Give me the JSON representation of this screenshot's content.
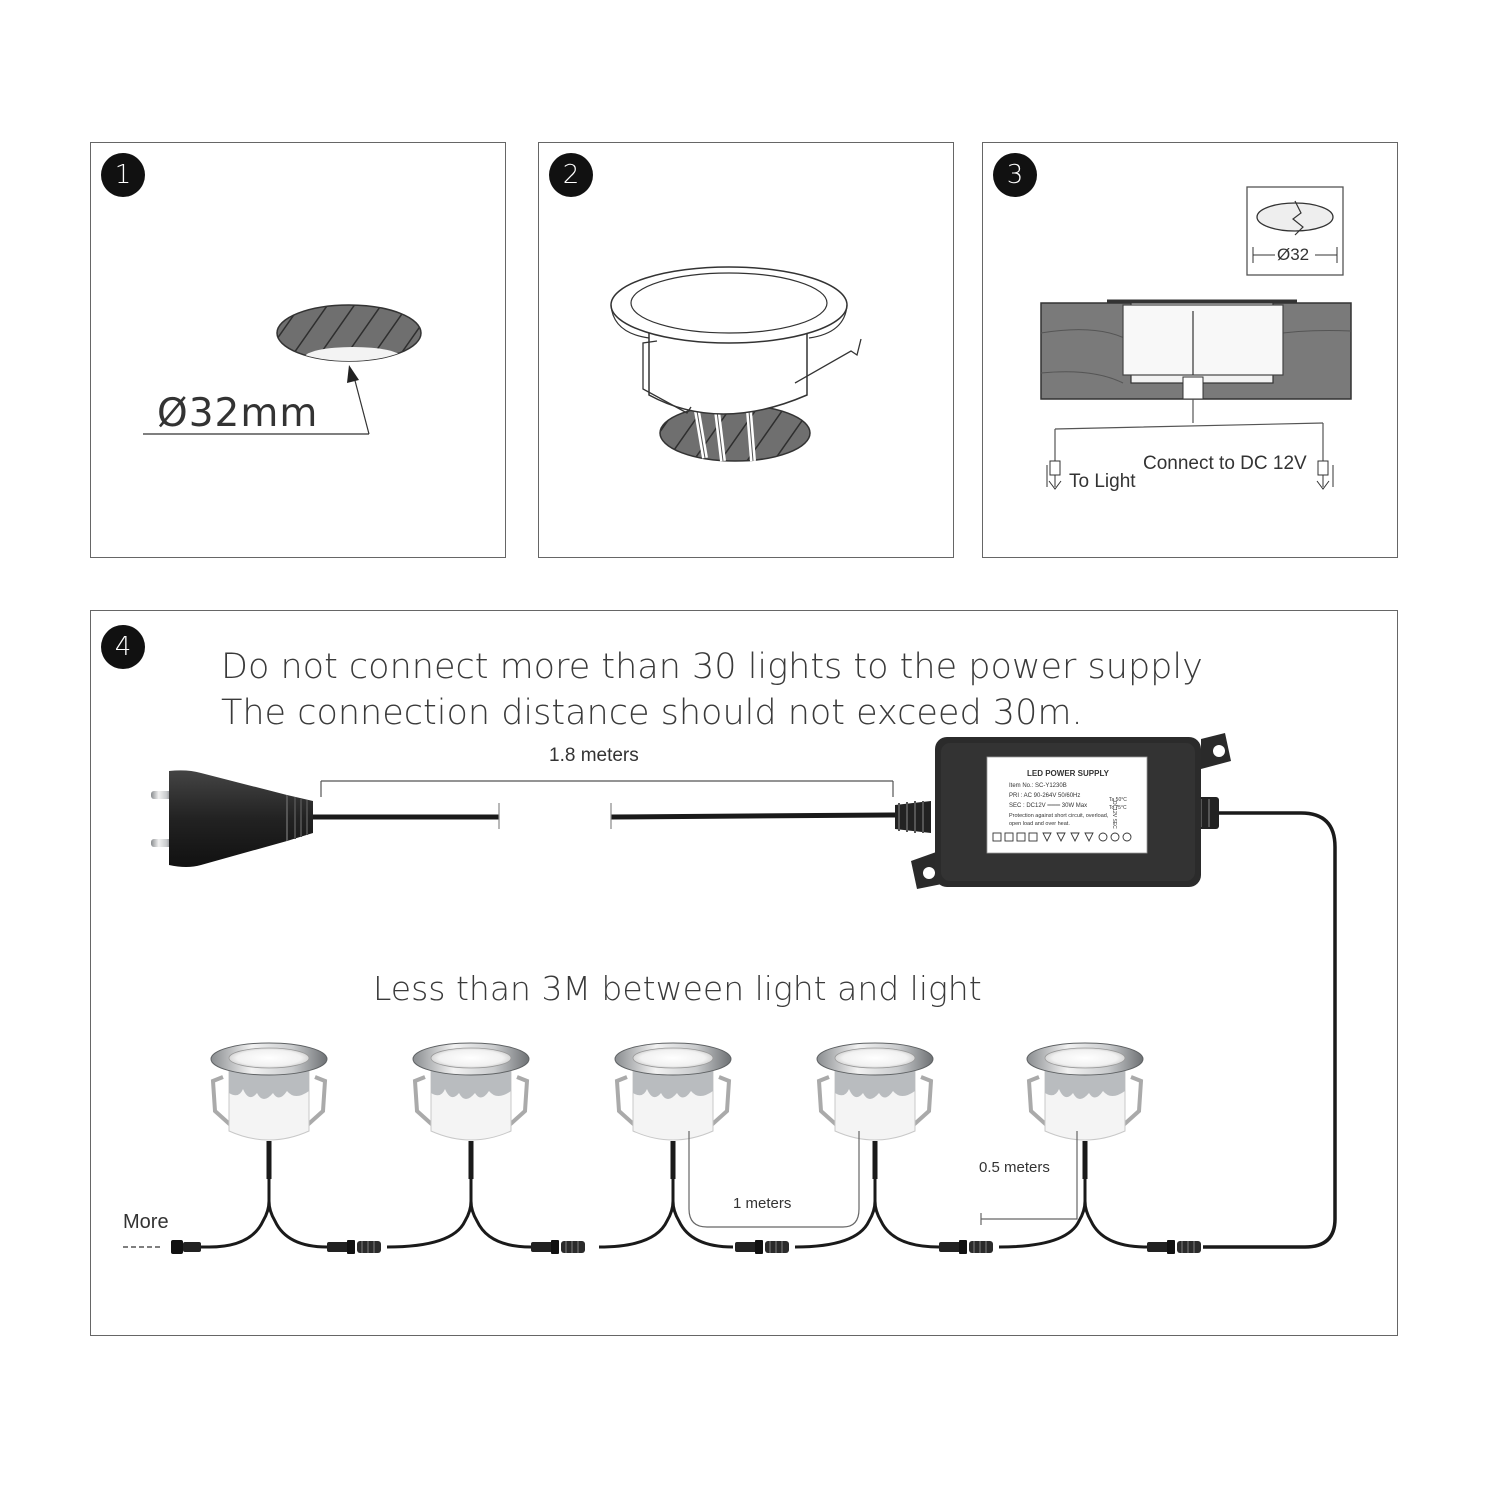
{
  "steps": {
    "s1": {
      "number": "1",
      "hole_label": "Ø32mm"
    },
    "s2": {
      "number": "2"
    },
    "s3": {
      "number": "3",
      "detail_label": "Ø32",
      "to_light": "To Light",
      "connect_dc": "Connect to DC 12V"
    },
    "s4": {
      "number": "4",
      "note_line1": "Do not connect more than 30 lights to the power supply",
      "note_line2": "The connection distance should not exceed 30m.",
      "cable_length": "1.8 meters",
      "spacing_note": "Less than 3M between light and light",
      "between_label": "1 meters",
      "lead_label": "0.5 meters",
      "more_label": "More"
    }
  },
  "power_supply": {
    "title": "LED POWER SUPPLY",
    "item_no": "Item No.: SC-Y1230B",
    "pri": "PRI : AC 90-264V  50/60Hz",
    "sec": "SEC : DC12V  ═══  30W Max",
    "temp_a": "Ta 50°C",
    "temp_c": "Tc 75°C",
    "protection_1": "Protection against short circuit, overload,",
    "protection_2": "open load and over heat.",
    "side_label": "DC12V SEC"
  },
  "light_count": 5
}
